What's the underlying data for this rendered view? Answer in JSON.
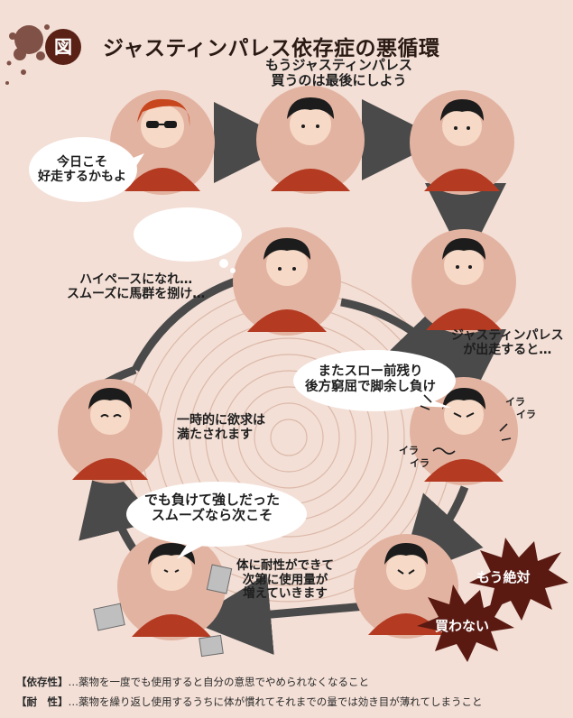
{
  "title": {
    "badge": "図",
    "text": "ジャスティンパレス依存症の悪循環"
  },
  "bubbles": {
    "start": [
      "今日こそ",
      "好走するかもよ"
    ],
    "last_buy": [
      "もうジャスティンパレス",
      "買うのは最後にしよう"
    ],
    "runs": [
      "ジャスティンパレス",
      "が出走すると…"
    ],
    "slow_pace": [
      "またスロー前残り",
      "後方窮屈で脚余し負け"
    ],
    "hope": [
      "ハイペースになれ…",
      "スムーズに馬群を捌け…"
    ],
    "satisfied": [
      "一時的に欲求は",
      "満たされます"
    ],
    "next_time": [
      "でも負けて強しだった",
      "スムーズなら次こそ"
    ],
    "tolerance": [
      "体に耐性ができて",
      "次第に使用量が",
      "増えていきます"
    ]
  },
  "irritation": [
    "イラ",
    "イラ",
    "イラ",
    "イラ"
  ],
  "burst": [
    "もう絶対",
    "買わない"
  ],
  "footer": {
    "dependence_label": "【依存性】",
    "dependence_text": "…薬物を一度でも使用すると自分の意思でやめられなくなること",
    "tolerance_label": "【耐　性】",
    "tolerance_text": "…薬物を繰り返し使用するうちに体が慣れてそれまでの量では効き目が薄れてしまうこと"
  },
  "colors": {
    "background": "#f3dfd6",
    "circle_fill": "#e3b3a1",
    "shirt": "#b43a22",
    "arrow": "#4a4a4a",
    "burst": "#5a1a12"
  }
}
